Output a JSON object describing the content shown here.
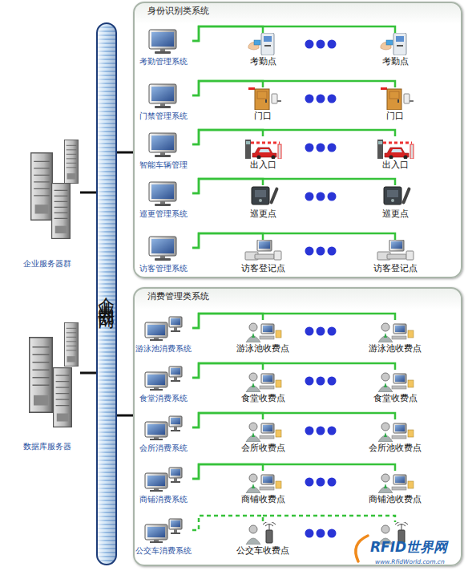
{
  "diagram": {
    "nodes": [
      {
        "text": [
          "身份识别类系统"
        ]
      },
      {
        "text": [
          "考勤管理系统"
        ],
        "in": 0
      },
      {
        "text": [
          "考勤点"
        ],
        "in": 0
      },
      {
        "text": [
          "考勤点"
        ],
        "in": 0
      },
      {
        "text": [
          "门禁管理系统"
        ],
        "in": 0
      },
      {
        "text": [
          "门口"
        ],
        "in": 0
      },
      {
        "text": [
          "门口"
        ],
        "in": 0
      },
      {
        "text": [
          "智能车辆管理"
        ],
        "in": 0
      },
      {
        "text": [
          "出入口"
        ],
        "in": 0
      },
      {
        "text": [
          "出入口"
        ],
        "in": 0
      },
      {
        "text": [
          "巡更管理系统"
        ],
        "in": 0
      },
      {
        "text": [
          "巡更点"
        ],
        "in": 0
      },
      {
        "text": [
          "巡更点"
        ],
        "in": 0
      },
      {
        "text": [
          "访客管理系统"
        ],
        "in": 0
      },
      {
        "text": [
          "访客登记点"
        ],
        "in": 0
      },
      {
        "text": [
          "访客登记点"
        ],
        "in": 0
      },
      {
        "text": [
          "消费管理类系统"
        ]
      },
      {
        "text": [
          "游泳池消费系统"
        ],
        "in": 16
      },
      {
        "text": [
          "游泳池收费点"
        ],
        "in": 16
      },
      {
        "text": [
          "游泳池收费点"
        ],
        "in": 16
      },
      {
        "text": [
          "食堂消费系统"
        ],
        "in": 16
      },
      {
        "text": [
          "食堂收费点"
        ],
        "in": 16
      },
      {
        "text": [
          "食堂收费点"
        ],
        "in": 16
      },
      {
        "text": [
          "会所消费系统"
        ],
        "in": 16
      },
      {
        "text": [
          "会所收费点"
        ],
        "in": 16
      },
      {
        "text": [
          "会所池收费点"
        ],
        "in": 16
      },
      {
        "text": [
          "商铺消费系统"
        ],
        "in": 16
      },
      {
        "text": [
          "商铺收费点"
        ],
        "in": 16
      },
      {
        "text": [
          "商铺池收费点"
        ],
        "in": 16
      },
      {
        "text": [
          "公交车消费系统"
        ],
        "in": 16
      },
      {
        "text": [
          "公交车收费点"
        ],
        "in": 16
      },
      {
        "text": [
          "企业内部网"
        ]
      },
      {
        "text": [
          "企业服务器群"
        ]
      },
      {
        "text": [
          "数据库服务器"
        ]
      }
    ],
    "edges": [
      {
        "from": 1,
        "to": 2,
        "arrow": "none"
      },
      {
        "from": 1,
        "to": 3,
        "arrow": "none"
      },
      {
        "from": 4,
        "to": 5,
        "arrow": "none"
      },
      {
        "from": 4,
        "to": 6,
        "arrow": "none"
      },
      {
        "from": 7,
        "to": 8,
        "arrow": "none"
      },
      {
        "from": 7,
        "to": 9,
        "arrow": "none"
      },
      {
        "from": 10,
        "to": 11,
        "arrow": "none"
      },
      {
        "from": 10,
        "to": 12,
        "arrow": "none"
      },
      {
        "from": 13,
        "to": 14,
        "arrow": "none"
      },
      {
        "from": 13,
        "to": 15,
        "arrow": "none"
      },
      {
        "from": 17,
        "to": 18,
        "arrow": "none"
      },
      {
        "from": 17,
        "to": 19,
        "arrow": "none"
      },
      {
        "from": 20,
        "to": 21,
        "arrow": "none"
      },
      {
        "from": 20,
        "to": 22,
        "arrow": "none"
      },
      {
        "from": 23,
        "to": 24,
        "arrow": "none"
      },
      {
        "from": 23,
        "to": 25,
        "arrow": "none"
      },
      {
        "from": 26,
        "to": 27,
        "arrow": "none"
      },
      {
        "from": 26,
        "to": 28,
        "arrow": "none"
      },
      {
        "from": 29,
        "to": 30,
        "arrow": "none"
      },
      {
        "from": 32,
        "to": 31,
        "arrow": "none"
      },
      {
        "from": 33,
        "to": 31,
        "arrow": "none"
      },
      {
        "from": 31,
        "to": 0,
        "arrow": "none"
      },
      {
        "from": 31,
        "to": 16,
        "arrow": "none"
      }
    ],
    "labels": [
      "RFID世界网",
      "www.RfidWorld.com.cn"
    ]
  }
}
